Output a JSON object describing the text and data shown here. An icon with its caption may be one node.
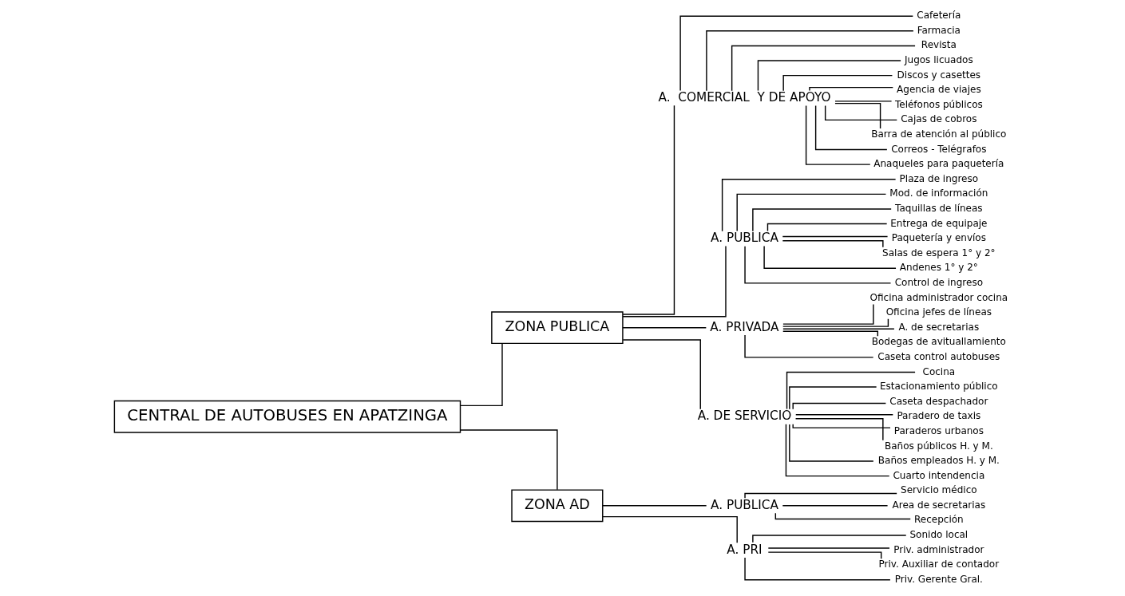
{
  "diagram": {
    "nodes": [
      {
        "text": [
          "CENTRAL DE AUTOBUSES EN APATZINGA"
        ]
      },
      {
        "text": [
          "ZONA PUBLICA"
        ]
      },
      {
        "text": [
          "ZONA AD"
        ]
      },
      {
        "text": [
          "A.  COMERCIAL  Y DE APOYO"
        ]
      },
      {
        "text": [
          "A. PUBLICA"
        ]
      },
      {
        "text": [
          "A. PRIVADA"
        ]
      },
      {
        "text": [
          "A. DE SERVICIO"
        ]
      },
      {
        "text": [
          "A. PUBLICA"
        ]
      },
      {
        "text": [
          "A. PRI"
        ]
      },
      {
        "text": [
          "Cafetería"
        ]
      },
      {
        "text": [
          "Farmacia"
        ]
      },
      {
        "text": [
          "Revista"
        ]
      },
      {
        "text": [
          "Jugos licuados"
        ]
      },
      {
        "text": [
          "Discos y casettes"
        ]
      },
      {
        "text": [
          "Agencia de viajes"
        ]
      },
      {
        "text": [
          "Teléfonos públicos"
        ]
      },
      {
        "text": [
          "Cajas de cobros"
        ]
      },
      {
        "text": [
          "Barra de atención al público"
        ]
      },
      {
        "text": [
          "Correos - Telégrafos"
        ]
      },
      {
        "text": [
          "Anaqueles para paquetería"
        ]
      },
      {
        "text": [
          "Plaza de ingreso"
        ]
      },
      {
        "text": [
          "Mod. de información"
        ]
      },
      {
        "text": [
          "Taquillas de líneas"
        ]
      },
      {
        "text": [
          "Entrega de equipaje"
        ]
      },
      {
        "text": [
          "Paquetería y envíos"
        ]
      },
      {
        "text": [
          "Salas de espera 1° y 2°"
        ]
      },
      {
        "text": [
          "Andenes 1° y 2°"
        ]
      },
      {
        "text": [
          "Control de ingreso"
        ]
      },
      {
        "text": [
          "Oficina administrador cocina"
        ]
      },
      {
        "text": [
          "Oficina jefes de líneas"
        ]
      },
      {
        "text": [
          "A. de secretarias"
        ]
      },
      {
        "text": [
          "Bodegas de avituallamiento"
        ]
      },
      {
        "text": [
          "Caseta control autobuses"
        ]
      },
      {
        "text": [
          "Cocina"
        ]
      },
      {
        "text": [
          "Estacionamiento público"
        ]
      },
      {
        "text": [
          "Caseta despachador"
        ]
      },
      {
        "text": [
          "Paradero de taxis"
        ]
      },
      {
        "text": [
          "Paraderos urbanos"
        ]
      },
      {
        "text": [
          "Baños públicos H. y M."
        ]
      },
      {
        "text": [
          "Baños empleados H. y M."
        ]
      },
      {
        "text": [
          "Cuarto intendencia"
        ]
      },
      {
        "text": [
          "Servicio médico"
        ]
      },
      {
        "text": [
          "Area de secretarias"
        ]
      },
      {
        "text": [
          "Recepción"
        ]
      },
      {
        "text": [
          "Sonido local"
        ]
      },
      {
        "text": [
          "Priv. administrador"
        ]
      },
      {
        "text": [
          "Priv. Auxiliar de contador"
        ]
      },
      {
        "text": [
          "Priv. Gerente Gral."
        ]
      }
    ],
    "edges": [
      {
        "from": 0,
        "to": 1,
        "arrow": "none"
      },
      {
        "from": 0,
        "to": 2,
        "arrow": "none"
      },
      {
        "from": 1,
        "to": 3,
        "arrow": "none"
      },
      {
        "from": 1,
        "to": 4,
        "arrow": "none"
      },
      {
        "from": 1,
        "to": 5,
        "arrow": "none"
      },
      {
        "from": 1,
        "to": 6,
        "arrow": "none"
      },
      {
        "from": 2,
        "to": 7,
        "arrow": "none"
      },
      {
        "from": 2,
        "to": 8,
        "arrow": "none"
      },
      {
        "from": 3,
        "to": 9,
        "arrow": "none"
      },
      {
        "from": 3,
        "to": 10,
        "arrow": "none"
      },
      {
        "from": 3,
        "to": 11,
        "arrow": "none"
      },
      {
        "from": 3,
        "to": 12,
        "arrow": "none"
      },
      {
        "from": 3,
        "to": 13,
        "arrow": "none"
      },
      {
        "from": 3,
        "to": 14,
        "arrow": "none"
      },
      {
        "from": 3,
        "to": 15,
        "arrow": "none"
      },
      {
        "from": 3,
        "to": 16,
        "arrow": "none"
      },
      {
        "from": 3,
        "to": 17,
        "arrow": "none"
      },
      {
        "from": 3,
        "to": 18,
        "arrow": "none"
      },
      {
        "from": 3,
        "to": 19,
        "arrow": "none"
      },
      {
        "from": 4,
        "to": 20,
        "arrow": "none"
      },
      {
        "from": 4,
        "to": 21,
        "arrow": "none"
      },
      {
        "from": 4,
        "to": 22,
        "arrow": "none"
      },
      {
        "from": 4,
        "to": 23,
        "arrow": "none"
      },
      {
        "from": 4,
        "to": 24,
        "arrow": "none"
      },
      {
        "from": 4,
        "to": 25,
        "arrow": "none"
      },
      {
        "from": 4,
        "to": 26,
        "arrow": "none"
      },
      {
        "from": 4,
        "to": 27,
        "arrow": "none"
      },
      {
        "from": 5,
        "to": 28,
        "arrow": "none"
      },
      {
        "from": 5,
        "to": 29,
        "arrow": "none"
      },
      {
        "from": 5,
        "to": 30,
        "arrow": "none"
      },
      {
        "from": 5,
        "to": 31,
        "arrow": "none"
      },
      {
        "from": 5,
        "to": 32,
        "arrow": "none"
      },
      {
        "from": 6,
        "to": 33,
        "arrow": "none"
      },
      {
        "from": 6,
        "to": 34,
        "arrow": "none"
      },
      {
        "from": 6,
        "to": 35,
        "arrow": "none"
      },
      {
        "from": 6,
        "to": 36,
        "arrow": "none"
      },
      {
        "from": 6,
        "to": 37,
        "arrow": "none"
      },
      {
        "from": 6,
        "to": 38,
        "arrow": "none"
      },
      {
        "from": 6,
        "to": 39,
        "arrow": "none"
      },
      {
        "from": 6,
        "to": 40,
        "arrow": "none"
      },
      {
        "from": 7,
        "to": 41,
        "arrow": "none"
      },
      {
        "from": 7,
        "to": 42,
        "arrow": "none"
      },
      {
        "from": 7,
        "to": 43,
        "arrow": "none"
      },
      {
        "from": 8,
        "to": 44,
        "arrow": "none"
      },
      {
        "from": 8,
        "to": 45,
        "arrow": "none"
      },
      {
        "from": 8,
        "to": 46,
        "arrow": "none"
      },
      {
        "from": 8,
        "to": 47,
        "arrow": "none"
      }
    ]
  }
}
